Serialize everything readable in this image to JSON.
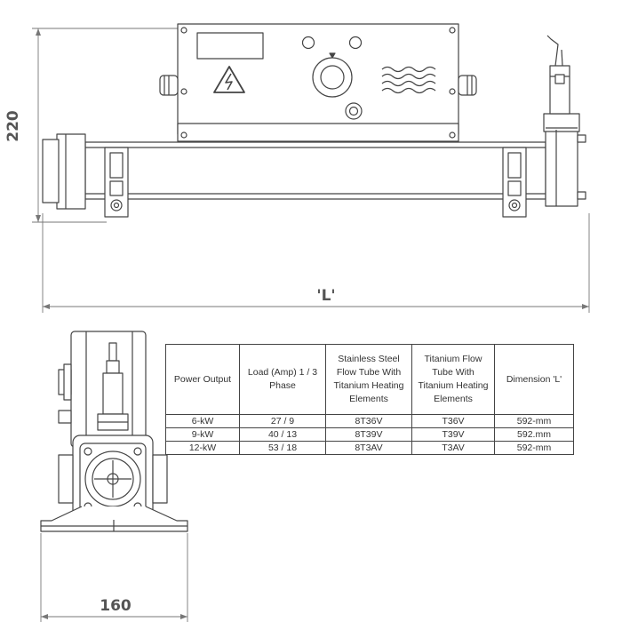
{
  "dimensions": {
    "height": "220",
    "length": "'L'",
    "width": "160"
  },
  "table": {
    "headers": [
      "Power Output",
      "Load (Amp) 1 / 3 Phase",
      "Stainless Steel Flow Tube With Titanium Heating Elements",
      "Titanium Flow Tube With Titanium Heating Elements",
      "Dimension 'L'"
    ],
    "rows": [
      [
        "6-kW",
        "27 / 9",
        "8T36V",
        "T36V",
        "592-mm"
      ],
      [
        "9-kW",
        "40 / 13",
        "8T39V",
        "T39V",
        "592.mm"
      ],
      [
        "12-kW",
        "53 / 18",
        "8T3AV",
        "T3AV",
        "592-mm"
      ]
    ]
  },
  "icons": [
    "warning-electric-icon",
    "heat-waves-icon"
  ]
}
